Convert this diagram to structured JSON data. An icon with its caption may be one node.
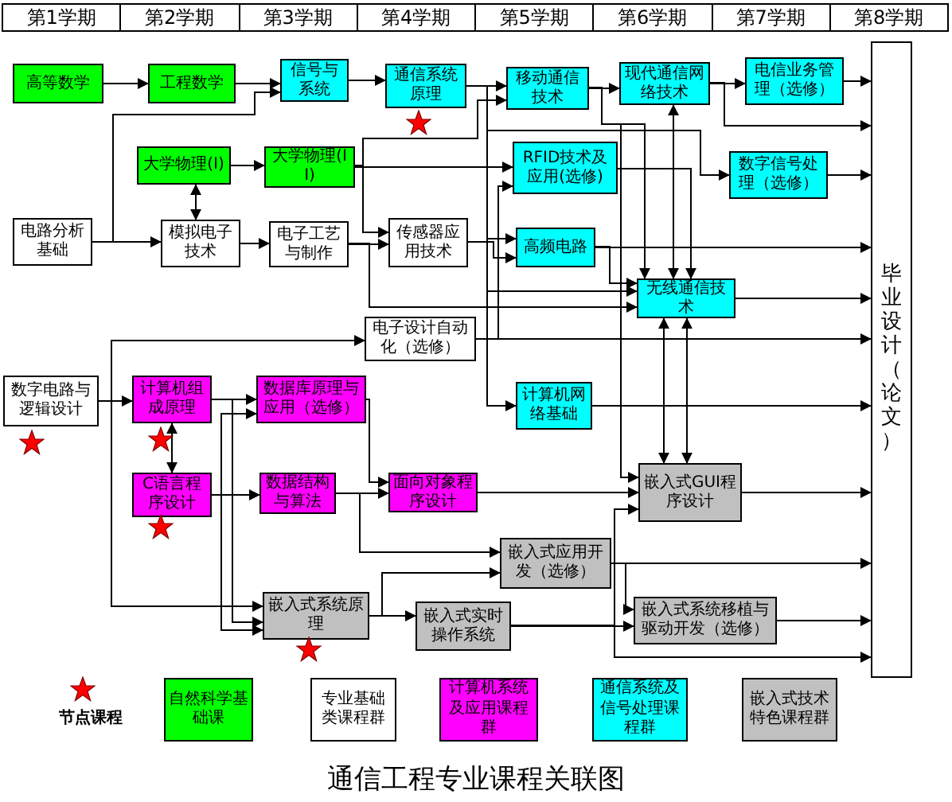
{
  "diagram": {
    "title": "通信工程专业课程关联图",
    "nodes": [
      {
        "text": [
          "高等数学"
        ]
      },
      {
        "text": [
          "工程数学"
        ]
      },
      {
        "text": [
          "信号与系统"
        ]
      },
      {
        "text": [
          "通信系统原理"
        ]
      },
      {
        "text": [
          "移动通信技术"
        ]
      },
      {
        "text": [
          "现代通信网络技术"
        ]
      },
      {
        "text": [
          "电信业务管理（选修）"
        ]
      },
      {
        "text": [
          "大学物理(I)"
        ]
      },
      {
        "text": [
          "大学物理(II)"
        ]
      },
      {
        "text": [
          "RFID技术及应用(选修)"
        ]
      },
      {
        "text": [
          "数字信号处理（选修）"
        ]
      },
      {
        "text": [
          "电路分析基础"
        ]
      },
      {
        "text": [
          "模拟电子技术"
        ]
      },
      {
        "text": [
          "电子工艺与制作"
        ]
      },
      {
        "text": [
          "传感器应用技术"
        ]
      },
      {
        "text": [
          "高频电路"
        ]
      },
      {
        "text": [
          "无线通信技术"
        ]
      },
      {
        "text": [
          "电子设计自动化（选修）"
        ]
      },
      {
        "text": [
          "数字电路与逻辑设计"
        ]
      },
      {
        "text": [
          "计算机组成原理"
        ]
      },
      {
        "text": [
          "数据库原理与应用（选修）"
        ]
      },
      {
        "text": [
          "C语言程序设计"
        ]
      },
      {
        "text": [
          "数据结构与算法"
        ]
      },
      {
        "text": [
          "面向对象程序设计"
        ]
      },
      {
        "text": [
          "计算机网络基础"
        ]
      },
      {
        "text": [
          "嵌入式GUI程序设计"
        ]
      },
      {
        "text": [
          "嵌入式应用开发（选修）"
        ]
      },
      {
        "text": [
          "嵌入式系统原理"
        ]
      },
      {
        "text": [
          "嵌入式实时操作系统"
        ]
      },
      {
        "text": [
          "嵌入式系统移植与驱动开发（选修）"
        ]
      },
      {
        "text": [
          "毕业设计（论文）"
        ]
      }
    ],
    "edges": [
      {
        "from": 0,
        "to": 1,
        "arrow": "to"
      },
      {
        "from": 1,
        "to": 2,
        "arrow": "to"
      },
      {
        "from": 11,
        "to": 2,
        "arrow": "to"
      },
      {
        "from": 2,
        "to": 3,
        "arrow": "to"
      },
      {
        "from": 3,
        "to": 4,
        "arrow": "to"
      },
      {
        "from": 4,
        "to": 5,
        "arrow": "to"
      },
      {
        "from": 5,
        "to": 6,
        "arrow": "to"
      },
      {
        "from": 5,
        "to": 30,
        "arrow": "to"
      },
      {
        "from": 6,
        "to": 30,
        "arrow": "to"
      },
      {
        "from": 7,
        "to": 12,
        "arrow": "both"
      },
      {
        "from": 7,
        "to": 8,
        "arrow": "to"
      },
      {
        "from": 11,
        "to": 12,
        "arrow": "to"
      },
      {
        "from": 12,
        "to": 13,
        "arrow": "to"
      },
      {
        "from": 13,
        "to": 14,
        "arrow": "to"
      },
      {
        "from": 8,
        "to": 14,
        "arrow": "to"
      },
      {
        "from": 8,
        "to": 4,
        "arrow": "to"
      },
      {
        "from": 8,
        "to": 9,
        "arrow": "to"
      },
      {
        "from": 3,
        "to": 10,
        "arrow": "to"
      },
      {
        "from": 3,
        "to": 15,
        "arrow": "to"
      },
      {
        "from": 3,
        "to": 16,
        "arrow": "to"
      },
      {
        "from": 3,
        "to": 24,
        "arrow": "to"
      },
      {
        "from": 14,
        "to": 15,
        "arrow": "to"
      },
      {
        "from": 13,
        "to": 16,
        "arrow": "to"
      },
      {
        "from": 17,
        "to": 9,
        "arrow": "to"
      },
      {
        "from": 17,
        "to": 30,
        "arrow": "to"
      },
      {
        "from": 4,
        "to": 16,
        "arrow": "to"
      },
      {
        "from": 5,
        "to": 16,
        "arrow": "both"
      },
      {
        "from": 9,
        "to": 16,
        "arrow": "to"
      },
      {
        "from": 4,
        "to": 25,
        "arrow": "to"
      },
      {
        "from": 15,
        "to": 30,
        "arrow": "to"
      },
      {
        "from": 15,
        "to": 16,
        "arrow": "to"
      },
      {
        "from": 16,
        "to": 30,
        "arrow": "to"
      },
      {
        "from": 10,
        "to": 30,
        "arrow": "to"
      },
      {
        "from": 16,
        "to": 25,
        "arrow": "both"
      },
      {
        "from": 24,
        "to": 16,
        "arrow": "to"
      },
      {
        "from": 24,
        "to": 25,
        "arrow": "to"
      },
      {
        "from": 24,
        "to": 30,
        "arrow": "to"
      },
      {
        "from": 18,
        "to": 17,
        "arrow": "to"
      },
      {
        "from": 18,
        "to": 19,
        "arrow": "to"
      },
      {
        "from": 18,
        "to": 27,
        "arrow": "to"
      },
      {
        "from": 19,
        "to": 21,
        "arrow": "both"
      },
      {
        "from": 19,
        "to": 20,
        "arrow": "to"
      },
      {
        "from": 19,
        "to": 27,
        "arrow": "to"
      },
      {
        "from": 21,
        "to": 22,
        "arrow": "to"
      },
      {
        "from": 21,
        "to": 20,
        "arrow": "to"
      },
      {
        "from": 21,
        "to": 27,
        "arrow": "to"
      },
      {
        "from": 20,
        "to": 23,
        "arrow": "to"
      },
      {
        "from": 22,
        "to": 23,
        "arrow": "to"
      },
      {
        "from": 22,
        "to": 26,
        "arrow": "to"
      },
      {
        "from": 23,
        "to": 25,
        "arrow": "to"
      },
      {
        "from": 26,
        "to": 30,
        "arrow": "to"
      },
      {
        "from": 26,
        "to": 29,
        "arrow": "to"
      },
      {
        "from": 27,
        "to": 26,
        "arrow": "to"
      },
      {
        "from": 27,
        "to": 28,
        "arrow": "to"
      },
      {
        "from": 28,
        "to": 25,
        "arrow": "to"
      },
      {
        "from": 28,
        "to": 29,
        "arrow": "to"
      },
      {
        "from": 28,
        "to": 30,
        "arrow": "to"
      },
      {
        "from": 25,
        "to": 30,
        "arrow": "to"
      },
      {
        "from": 29,
        "to": 30,
        "arrow": "to"
      }
    ],
    "labels": [
      "第1学期",
      "第2学期",
      "第3学期",
      "第4学期",
      "第5学期",
      "第6学期",
      "第7学期",
      "第8学期"
    ],
    "legend": [
      {
        "text": "节点课程"
      },
      {
        "text": "自然科学基础课",
        "color": "#00ff00"
      },
      {
        "text": "专业基础类课程群",
        "color": "#ffffff"
      },
      {
        "text": "计算机系统及应用课程群",
        "color": "#ff00ff"
      },
      {
        "text": "通信系统及信号处理课程群",
        "color": "#00ffff"
      },
      {
        "text": "嵌入式技术特色课程群",
        "color": "#c0c0c0"
      }
    ]
  }
}
